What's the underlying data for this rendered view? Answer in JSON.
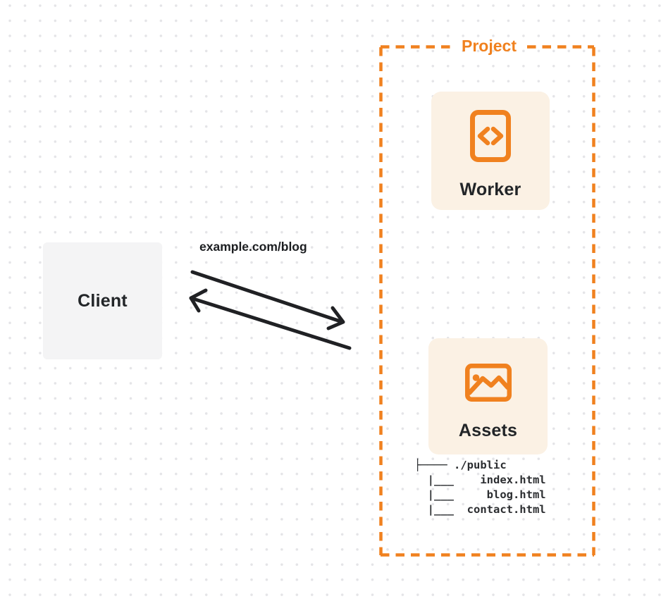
{
  "colors": {
    "accent_orange": "#f0811f",
    "card_cream": "#fbf1e4",
    "client_gray": "#f4f4f5",
    "text_dark": "#222528",
    "arrow_black": "#202124",
    "dot_grid_gray": "#e4e4e7"
  },
  "client": {
    "label": "Client"
  },
  "request": {
    "label": "example.com/blog"
  },
  "project": {
    "label": "Project",
    "worker": {
      "label": "Worker",
      "icon": "code-file-icon"
    },
    "assets": {
      "label": "Assets",
      "icon": "image-icon",
      "file_tree": {
        "lines": [
          "├──── ./public",
          "  |___    index.html",
          "  |___     blog.html",
          "  |___  contact.html"
        ]
      }
    }
  }
}
